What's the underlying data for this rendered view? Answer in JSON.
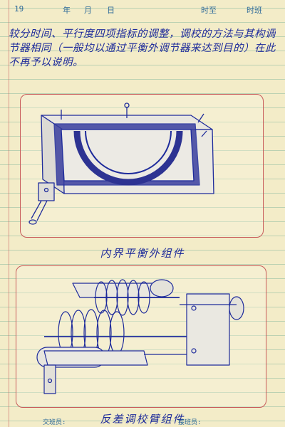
{
  "header": {
    "year_prefix": "19",
    "year_label": "年",
    "month_label": "月",
    "day_label": "日",
    "time_label": "时至",
    "time_end_label": "时班"
  },
  "notes": {
    "lines": [
      "较分时间、平行度四项指标的调整，调校的方法与其构调",
      "节器相同（一般均以通过平衡外调节器来达到目的）在此",
      "不再予以说明。"
    ]
  },
  "figures": [
    {
      "caption": "内界平衡外组件"
    },
    {
      "caption": "反差调校臂组件"
    }
  ],
  "footer": {
    "left_label": "交班员:",
    "right_label": "接班员:"
  },
  "colors": {
    "ink": "#1e2b9b",
    "paper": "#f3ecc8",
    "rule": "#78af96",
    "frame": "#c85a5a"
  }
}
